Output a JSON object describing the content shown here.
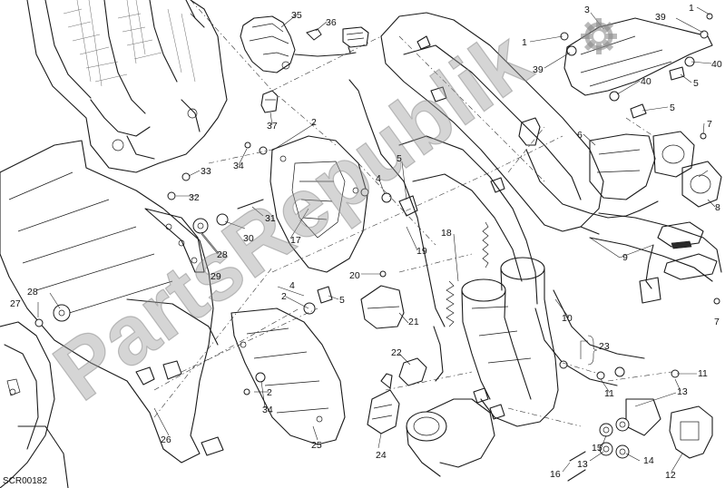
{
  "diagram": {
    "reference_code": "SCR00182",
    "watermark_text": "PartsRepublik",
    "callouts": [
      {
        "id": "c1a",
        "label": "1"
      },
      {
        "id": "c1b",
        "label": "1"
      },
      {
        "id": "c2a",
        "label": "2"
      },
      {
        "id": "c2b",
        "label": "2"
      },
      {
        "id": "c2c",
        "label": "2"
      },
      {
        "id": "c3",
        "label": "3"
      },
      {
        "id": "c4a",
        "label": "4"
      },
      {
        "id": "c4b",
        "label": "4"
      },
      {
        "id": "c5a",
        "label": "5"
      },
      {
        "id": "c5b",
        "label": "5"
      },
      {
        "id": "c5c",
        "label": "5"
      },
      {
        "id": "c5d",
        "label": "5"
      },
      {
        "id": "c6",
        "label": "6"
      },
      {
        "id": "c7a",
        "label": "7"
      },
      {
        "id": "c7b",
        "label": "7"
      },
      {
        "id": "c8",
        "label": "8"
      },
      {
        "id": "c9",
        "label": "9"
      },
      {
        "id": "c10",
        "label": "10"
      },
      {
        "id": "c11a",
        "label": "11"
      },
      {
        "id": "c11b",
        "label": "11"
      },
      {
        "id": "c12",
        "label": "12"
      },
      {
        "id": "c13a",
        "label": "13"
      },
      {
        "id": "c13b",
        "label": "13"
      },
      {
        "id": "c14",
        "label": "14"
      },
      {
        "id": "c15",
        "label": "15"
      },
      {
        "id": "c16",
        "label": "16"
      },
      {
        "id": "c17",
        "label": "17"
      },
      {
        "id": "c18",
        "label": "18"
      },
      {
        "id": "c19",
        "label": "19"
      },
      {
        "id": "c20",
        "label": "20"
      },
      {
        "id": "c21",
        "label": "21"
      },
      {
        "id": "c22",
        "label": "22"
      },
      {
        "id": "c23",
        "label": "23"
      },
      {
        "id": "c24",
        "label": "24"
      },
      {
        "id": "c25",
        "label": "25"
      },
      {
        "id": "c26",
        "label": "26"
      },
      {
        "id": "c27",
        "label": "27"
      },
      {
        "id": "c28a",
        "label": "28"
      },
      {
        "id": "c28b",
        "label": "28"
      },
      {
        "id": "c29",
        "label": "29"
      },
      {
        "id": "c30",
        "label": "30"
      },
      {
        "id": "c31",
        "label": "31"
      },
      {
        "id": "c32",
        "label": "32"
      },
      {
        "id": "c33",
        "label": "33"
      },
      {
        "id": "c34a",
        "label": "34"
      },
      {
        "id": "c34b",
        "label": "34"
      },
      {
        "id": "c35",
        "label": "35"
      },
      {
        "id": "c36",
        "label": "36"
      },
      {
        "id": "c37",
        "label": "37"
      },
      {
        "id": "c39a",
        "label": "39"
      },
      {
        "id": "c39b",
        "label": "39"
      },
      {
        "id": "c40a",
        "label": "40"
      },
      {
        "id": "c40b",
        "label": "40"
      }
    ]
  }
}
